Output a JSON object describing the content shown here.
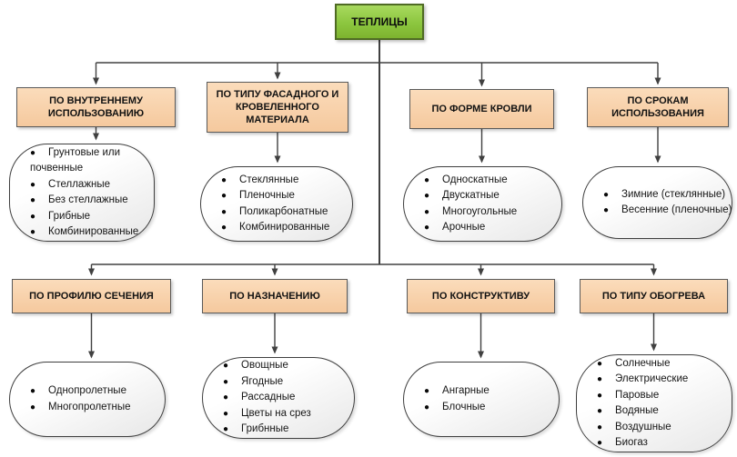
{
  "title": "ТЕПЛИЦЫ",
  "colors": {
    "root_fill": "#8cc63f",
    "root_border": "#4f6b24",
    "header_fill": "#f7cfa6",
    "header_border": "#5a5a5a",
    "bubble_fill_start": "#ffffff",
    "bubble_fill_end": "#e7e7e7",
    "bubble_border": "#3f3f3f",
    "connector": "#404040"
  },
  "branches": [
    {
      "title": "ПО ВНУТРЕННЕМУ ИСПОЛЬЗОВАНИЮ",
      "items": [
        "Грунтовые или почвенные",
        "Стеллажные",
        "Без стеллажные",
        "Грибные",
        "Комбинированные"
      ]
    },
    {
      "title": "ПО ТИПУ ФАСАДНОГО И КРОВЕЛЕННОГО МАТЕРИАЛА",
      "items": [
        "Стеклянные",
        "Пленочные",
        "Поликарбонатные",
        "Комбинированные"
      ]
    },
    {
      "title": "ПО ФОРМЕ КРОВЛИ",
      "items": [
        "Односкатные",
        "Двускатные",
        "Многоугольные",
        "Арочные"
      ]
    },
    {
      "title": "ПО СРОКАМ ИСПОЛЬЗОВАНИЯ",
      "items": [
        "Зимние (стеклянные)",
        "Весенние (пленочные)"
      ]
    },
    {
      "title": "ПО ПРОФИЛЮ СЕЧЕНИЯ",
      "items": [
        "Однопролетные",
        "Многопролетные"
      ]
    },
    {
      "title": "ПО НАЗНАЧЕНИЮ",
      "items": [
        "Овощные",
        "Ягодные",
        "Рассадные",
        "Цветы на срез",
        "Грибнные"
      ]
    },
    {
      "title": "ПО КОНСТРУКТИВУ",
      "items": [
        "Ангарные",
        "Блочные"
      ]
    },
    {
      "title": "ПО ТИПУ ОБОГРЕВА",
      "items": [
        "Солнечные",
        "Электрические",
        "Паровые",
        "Водяные",
        "Воздушные",
        "Биогаз"
      ]
    }
  ]
}
